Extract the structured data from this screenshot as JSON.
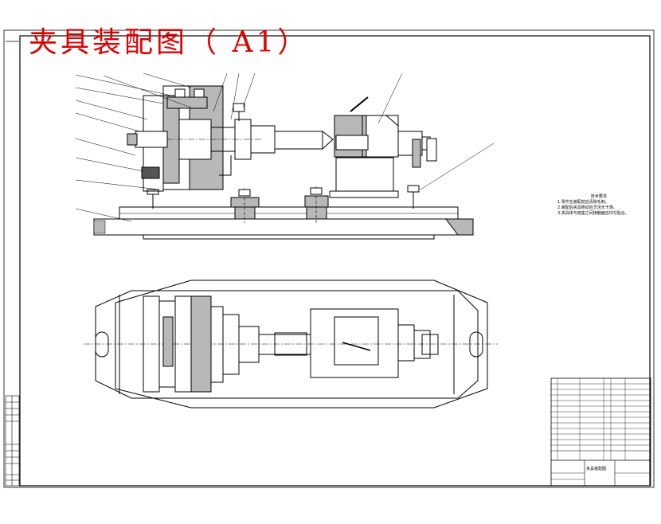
{
  "drawing_title": "夹具装配图（ A1）",
  "notes": {
    "title": "技术要求",
    "items": [
      "1.零件在装配前应清除毛刺。",
      "2.装配后夹具移动应灵活无卡滞。",
      "3.夹具体与底座之间接触面应均匀贴合。"
    ]
  },
  "title_block": {
    "drawing_name": "夹具装配图"
  },
  "colors": {
    "title": "#e00000",
    "line": "#000000",
    "fill": "#b8b8b8"
  }
}
